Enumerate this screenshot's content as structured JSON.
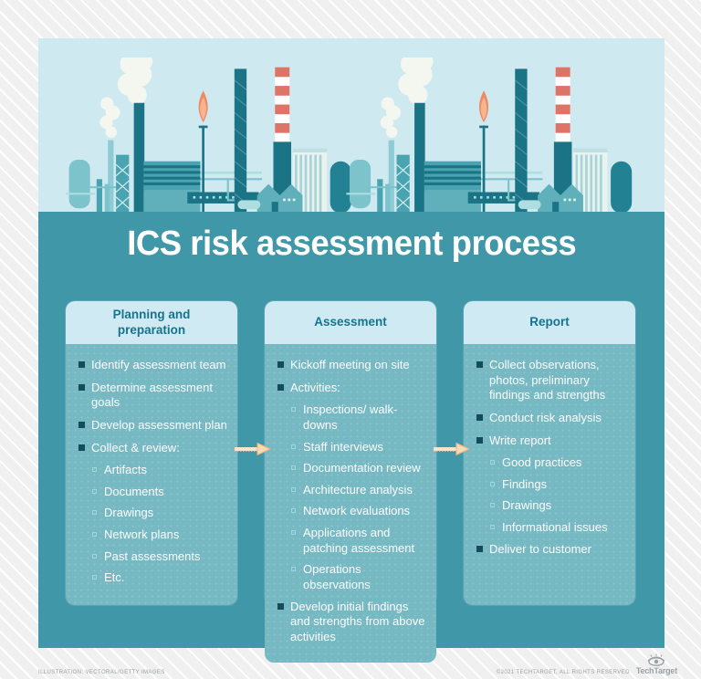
{
  "title": "ICS risk assessment process",
  "columns": [
    {
      "header": "Planning and preparation",
      "items": [
        {
          "level": 1,
          "text": "Identify assessment team"
        },
        {
          "level": 1,
          "text": "Determine assessment goals"
        },
        {
          "level": 1,
          "text": "Develop assessment plan"
        },
        {
          "level": 1,
          "text": "Collect & review:"
        },
        {
          "level": 2,
          "text": "Artifacts"
        },
        {
          "level": 2,
          "text": "Documents"
        },
        {
          "level": 2,
          "text": "Drawings"
        },
        {
          "level": 2,
          "text": "Network plans"
        },
        {
          "level": 2,
          "text": "Past assessments"
        },
        {
          "level": 2,
          "text": "Etc."
        }
      ]
    },
    {
      "header": "Assessment",
      "items": [
        {
          "level": 1,
          "text": "Kickoff meeting on site"
        },
        {
          "level": 1,
          "text": "Activities:"
        },
        {
          "level": 2,
          "text": "Inspections/ walk-downs"
        },
        {
          "level": 2,
          "text": "Staff interviews"
        },
        {
          "level": 2,
          "text": "Documentation review"
        },
        {
          "level": 2,
          "text": "Architecture analysis"
        },
        {
          "level": 2,
          "text": "Network evaluations"
        },
        {
          "level": 2,
          "text": "Applications and patching assessment"
        },
        {
          "level": 2,
          "text": "Operations observations"
        },
        {
          "level": 1,
          "text": "Develop initial findings and strengths from above activities"
        }
      ]
    },
    {
      "header": "Report",
      "items": [
        {
          "level": 1,
          "text": "Collect observations, photos, preliminary findings and strengths"
        },
        {
          "level": 1,
          "text": "Conduct risk analysis"
        },
        {
          "level": 1,
          "text": "Write report"
        },
        {
          "level": 2,
          "text": "Good practices"
        },
        {
          "level": 2,
          "text": "Findings"
        },
        {
          "level": 2,
          "text": "Drawings"
        },
        {
          "level": 2,
          "text": "Informational issues"
        },
        {
          "level": 1,
          "text": "Deliver to customer"
        }
      ]
    }
  ],
  "footer": {
    "credit": "ILLUSTRATION: VECTORAL/GETTY IMAGES",
    "copyright": "©2021 TECHTARGET, ALL RIGHTS RESERVED",
    "brand": "TechTarget"
  },
  "colors": {
    "band_teal": "#4097a8",
    "sky_blue": "#cfe9f1",
    "card_body": "#76b9c3",
    "card_header_bg": "#cfeaf2",
    "card_header_text": "#16738f",
    "bullet_dark": "#134c5a",
    "arrow_fill": "#f9d9b0",
    "arrow_stroke": "#eeb184",
    "chimney_stripe_red": "#dd7467",
    "factory_dark": "#1b7386"
  }
}
